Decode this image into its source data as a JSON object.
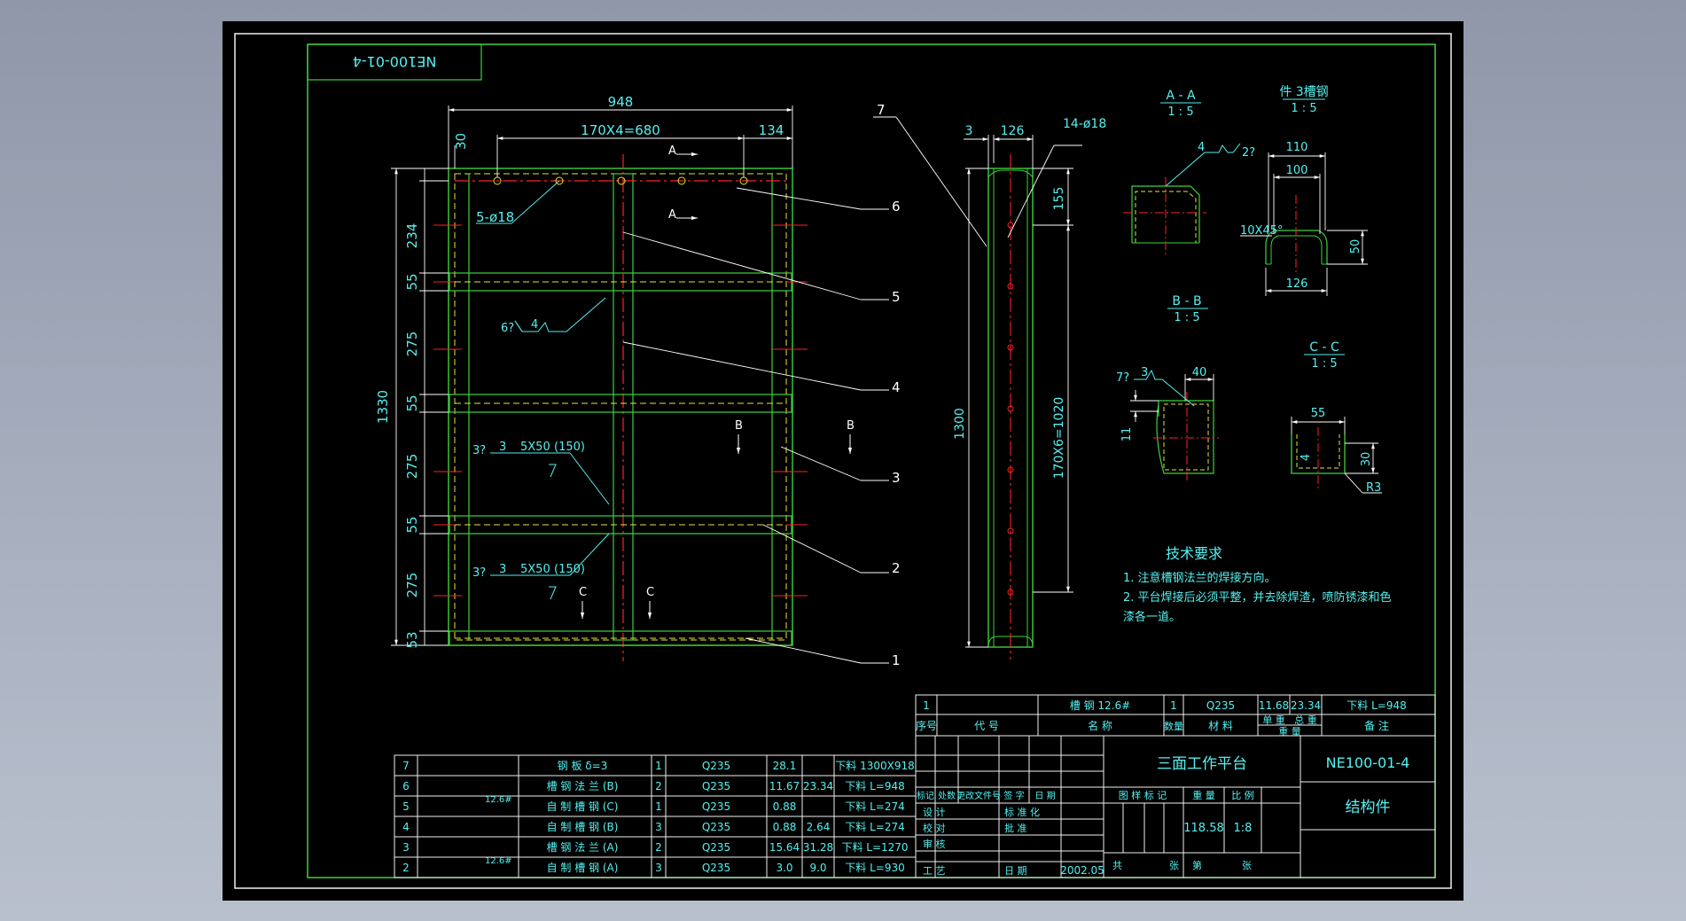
{
  "drawing": {
    "code_mirrored": "NE100-01-4",
    "dims": {
      "d948": "948",
      "d680": "170X4=680",
      "d134": "134",
      "d30": "30",
      "d234": "234",
      "d55": "55",
      "d275": "275",
      "d53": "53",
      "d1330": "1330",
      "holes5": "5-ø18",
      "holes14": "14-ø18",
      "d3": "3",
      "d126": "126",
      "d155": "155",
      "d1300": "1300",
      "d1020": "170X6=1020",
      "d110": "110",
      "d100": "100",
      "d50": "50",
      "d126b": "126",
      "cham": "10X45°",
      "d40": "40",
      "d11": "11",
      "d55b": "55",
      "d4": "4",
      "d30b": "30",
      "r3": "R3"
    },
    "weld": {
      "w4a": "4",
      "w2": "2?",
      "w6": "6?",
      "w4b": "4",
      "w7": "7?",
      "w3": "3",
      "w3a": "3?",
      "w3b": "3",
      "w5050a": "5X50",
      "w150a": "(150)",
      "w3c": "3?",
      "w3d": "3",
      "w5050b": "5X50",
      "w150b": "(150)"
    },
    "callouts": [
      "1",
      "2",
      "3",
      "4",
      "5",
      "6",
      "7"
    ],
    "section_marks": {
      "a": "A",
      "b": "B",
      "c": "C"
    },
    "views": {
      "aa": {
        "title": "A - A",
        "scale": "1 : 5"
      },
      "bb": {
        "title": "B - B",
        "scale": "1 : 5"
      },
      "cc": {
        "title": "C - C",
        "scale": "1 : 5"
      },
      "part3": {
        "title": "件 3槽钢",
        "scale": "1 : 5"
      }
    },
    "tech": {
      "title": "技术要求",
      "line1": "1. 注意槽钢法兰的焊接方向。",
      "line2": "2. 平台焊接后必须平整，并去除焊渣，喷防锈漆和色",
      "line3": "漆各一道。"
    }
  },
  "bom": {
    "rows": [
      {
        "no": "7",
        "name": "钢  板   δ=3",
        "qty": "1",
        "mat": "Q235",
        "unit": "28.1",
        "total": "",
        "note": "下料 1300X918",
        "spec": ""
      },
      {
        "no": "6",
        "name": "槽 钢 法 兰 (B)",
        "qty": "2",
        "mat": "Q235",
        "unit": "11.67",
        "total": "23.34",
        "note": "下料  L=948",
        "spec": ""
      },
      {
        "no": "5",
        "name": "自 制  槽  钢   (C)",
        "qty": "1",
        "mat": "Q235",
        "unit": "0.88",
        "total": "",
        "note": "下料  L=274",
        "spec": "12.6#"
      },
      {
        "no": "4",
        "name": "自 制  槽  钢   (B)",
        "qty": "3",
        "mat": "Q235",
        "unit": "0.88",
        "total": "2.64",
        "note": "下料  L=274",
        "spec": ""
      },
      {
        "no": "3",
        "name": "槽 钢 法 兰 (A)",
        "qty": "2",
        "mat": "Q235",
        "unit": "15.64",
        "total": "31.28",
        "note": "下料  L=1270",
        "spec": ""
      },
      {
        "no": "2",
        "name": "自 制  槽  钢   (A)",
        "qty": "3",
        "mat": "Q235",
        "unit": "3.0",
        "total": "9.0",
        "note": "下料  L=930",
        "spec": "12.6#"
      }
    ],
    "top_row": {
      "no": "1",
      "name": "槽  钢   12.6#",
      "qty": "1",
      "mat": "Q235",
      "unit": "11.68",
      "total": "23.34",
      "note": "下料  L=948"
    },
    "header": {
      "no": "序号",
      "code": "代     号",
      "name": "名          称",
      "qty": "数量",
      "mat": "材     料",
      "unit": "单 重",
      "total": "总 重",
      "mass": "重     量",
      "note": "备   注"
    }
  },
  "title_block": {
    "project": "三面工作平台",
    "drawing_no": "NE100-01-4",
    "part_name": "结构件",
    "weight": "118.58",
    "scale": "1:8",
    "date": "2002.05",
    "labels": {
      "mark": "标记",
      "count": "处数",
      "change": "更改文件号",
      "sign": "签  字",
      "date_h": "日 期",
      "design": "设  计",
      "check": "校  对",
      "review": "审  核",
      "process": "工  艺",
      "std": "标 准 化",
      "approve": "批  准",
      "date": "日   期",
      "stage": "图  样  标  记",
      "weight": "重 量",
      "scale": "比 例",
      "total": "共",
      "sheets": "张",
      "sheet": "第",
      "sheets2": "张"
    }
  },
  "colors": {
    "background": "#000000",
    "frame": "#f0f0f0",
    "geometry": "#3cd23c",
    "text": "#55f0f0",
    "dimension": "#ffffff",
    "center": "#ff2020",
    "hidden": "#e6e632",
    "weld": "#00c8ff"
  }
}
